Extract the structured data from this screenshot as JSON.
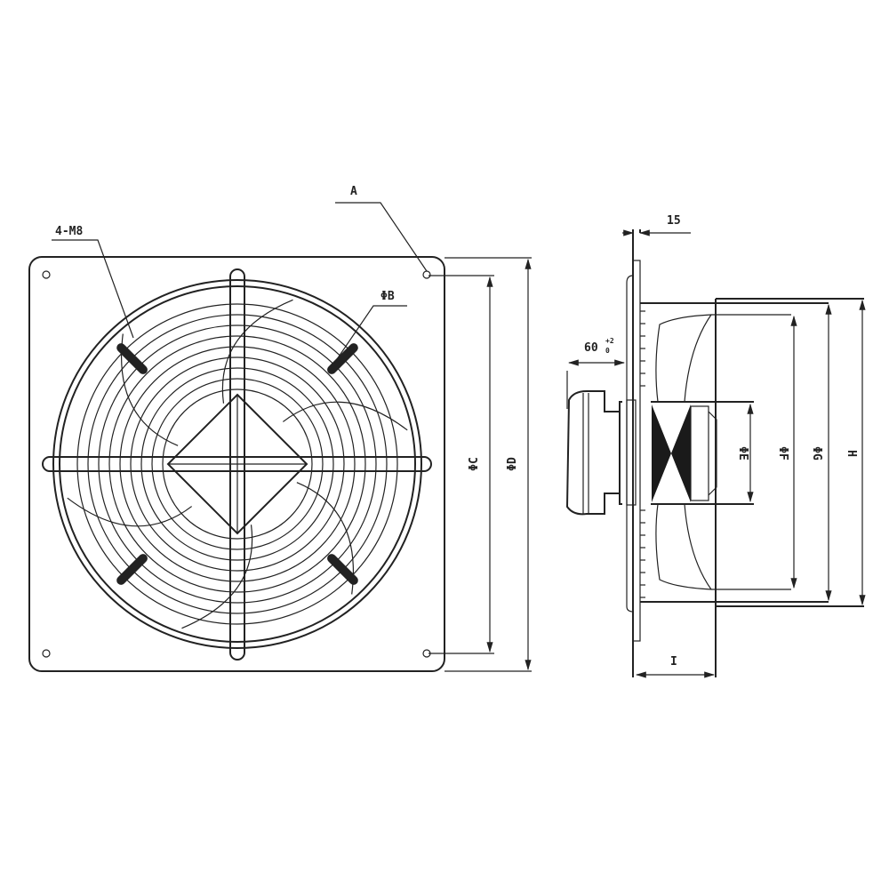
{
  "labels": {
    "a": "A",
    "holes": "4-M8",
    "phi_b": "ΦB",
    "phi_c": "ΦC",
    "phi_d": "ΦD",
    "depth_15": "15",
    "motor_60": "60",
    "motor_60_tol_upper": "+2",
    "motor_60_tol_lower": "0",
    "phi_e": "ΦE",
    "phi_f": "ΦF",
    "phi_g": "ΦG",
    "h": "H",
    "i": "I"
  },
  "colors": {
    "line": "#222222",
    "fill": "#1a1a1a"
  }
}
